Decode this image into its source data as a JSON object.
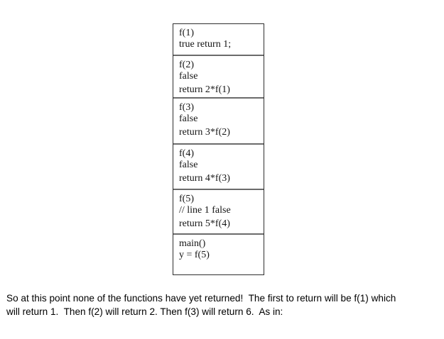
{
  "stack": {
    "frames": [
      {
        "name": "f1",
        "lines": [
          "f(1)",
          "true return 1;"
        ]
      },
      {
        "name": "f2",
        "lines": [
          "f(2)",
          "false",
          "return 2*f(1)"
        ]
      },
      {
        "name": "f3",
        "lines": [
          "f(3)",
          "false",
          "return 3*f(2)"
        ]
      },
      {
        "name": "f4",
        "lines": [
          "f(4)",
          "false",
          "return 4*f(3)"
        ]
      },
      {
        "name": "f5",
        "lines": [
          "f(5)",
          "// line 1 false",
          "return 5*f(4)"
        ]
      },
      {
        "name": "main",
        "lines": [
          "main()",
          "y = f(5)"
        ]
      }
    ]
  },
  "caption": {
    "line1": "So at this point none of the functions have yet returned!  The first to return will be f(1) which",
    "line2": "will return 1.  Then f(2) will return 2. Then f(3) will return 6.  As in:"
  },
  "colors": {
    "background": "#ffffff",
    "outer_border": "#2f2f2f",
    "divider": "#6b6b6b",
    "text": "#000000"
  }
}
